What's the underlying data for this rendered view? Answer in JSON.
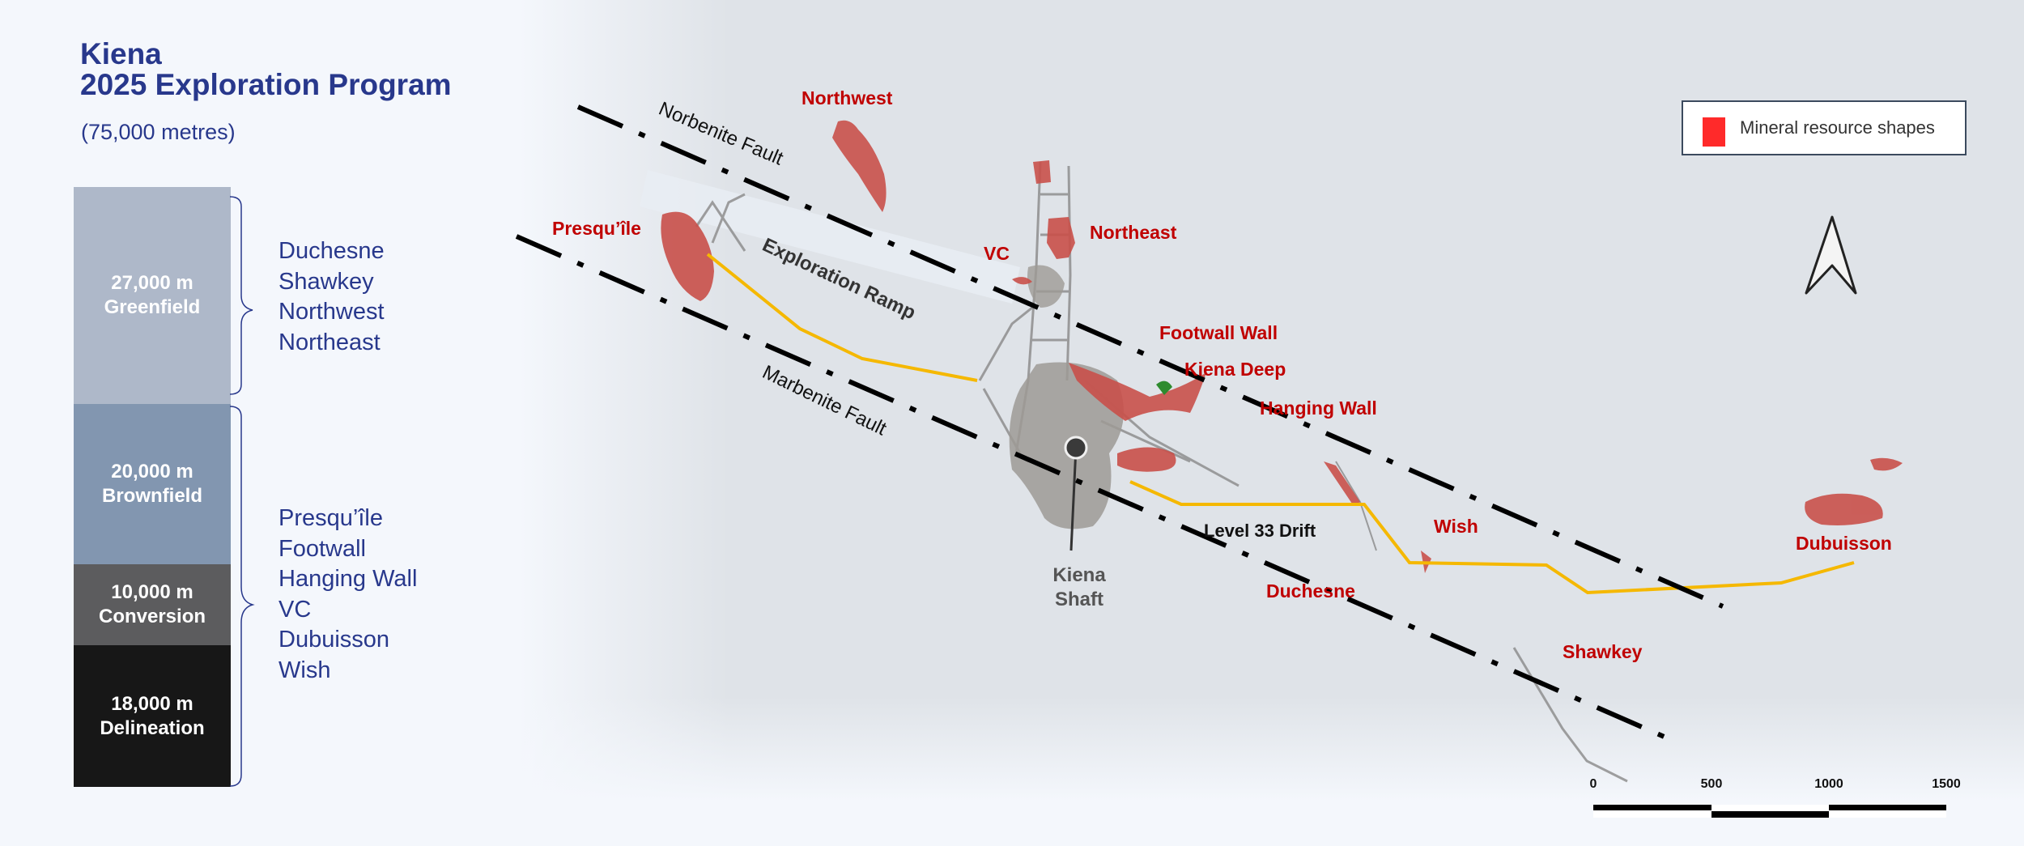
{
  "header": {
    "title_line1": "Kiena",
    "title_line2": "2025 Exploration Program",
    "subtitle": "(75,000 metres)"
  },
  "program_bars": [
    {
      "metres": "27,000 m",
      "category": "Greenfield",
      "color": "#aeb8c9"
    },
    {
      "metres": "20,000 m",
      "category": "Brownfield",
      "color": "#8296b0"
    },
    {
      "metres": "10,000 m",
      "category": "Conversion",
      "color": "#5c5c5e"
    },
    {
      "metres": "18,000 m",
      "category": "Delineation",
      "color": "#171717"
    }
  ],
  "greenfield_targets": [
    "Duchesne",
    "Shawkey",
    "Northwest",
    "Northeast"
  ],
  "brownfield_targets": [
    "Presqu’île",
    "Footwall",
    "Hanging Wall",
    "VC",
    "Dubuisson",
    "Wish"
  ],
  "map": {
    "zone_labels": {
      "northwest": "Northwest",
      "presquile": "Presqu’île",
      "vc": "VC",
      "northeast": "Northeast",
      "footwall": "Footwall Wall",
      "kiena_deep": "Kiena Deep",
      "hanging_wall": "Hanging Wall",
      "wish": "Wish",
      "dubuisson": "Dubuisson",
      "duchesne": "Duchesne",
      "shawkey": "Shawkey"
    },
    "feature_labels": {
      "norbenite_fault": "Norbenite Fault",
      "marbenite_fault": "Marbenite Fault",
      "exploration_ramp": "Exploration Ramp",
      "level_33_drift": "Level 33 Drift",
      "shaft_line1": "Kiena",
      "shaft_line2": "Shaft"
    },
    "colors": {
      "zone_label": "#c00000",
      "resource_shape": "#c9504a",
      "drift": "#f5b800"
    }
  },
  "legend": {
    "label": "Mineral resource shapes",
    "swatch_color": "#ff2a2a"
  },
  "north_arrow": {
    "icon": "north-arrow-icon"
  },
  "scale_bar": {
    "ticks": [
      "0",
      "500",
      "1000",
      "1500"
    ]
  }
}
